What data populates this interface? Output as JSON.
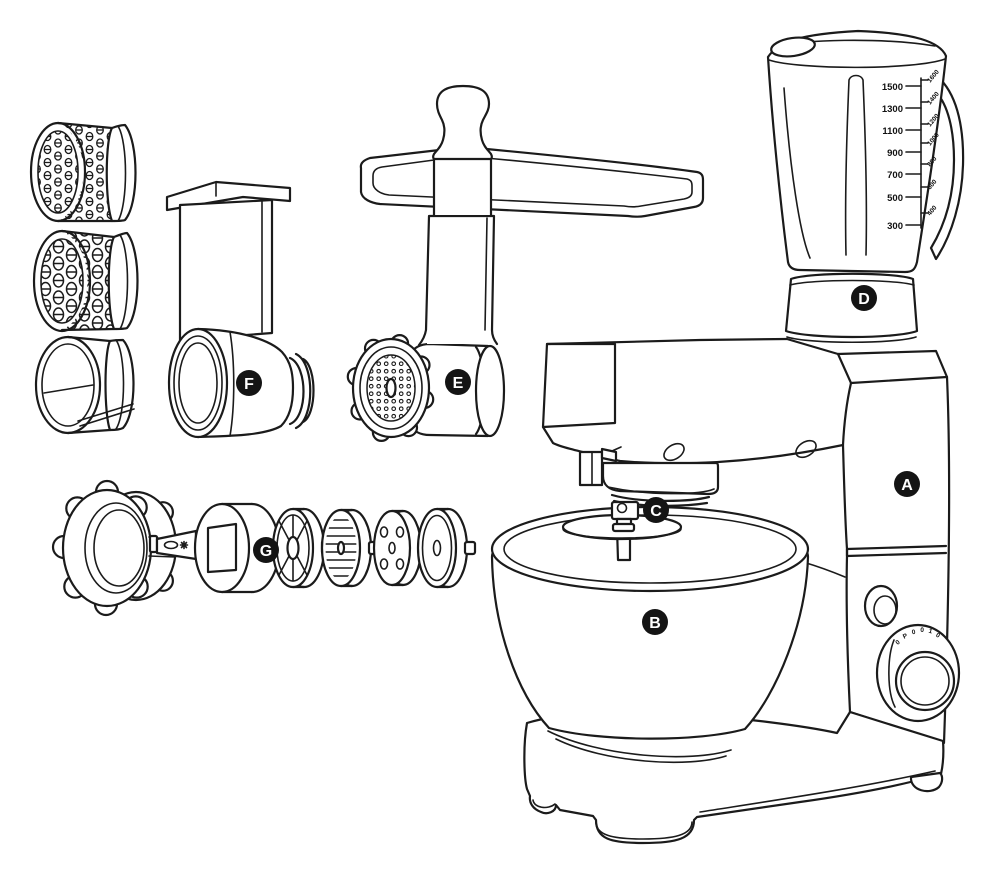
{
  "labels": {
    "a": "A",
    "b": "B",
    "c": "C",
    "d": "D",
    "e": "E",
    "f": "F",
    "g": "G"
  },
  "blender": {
    "scale_left": [
      "1500",
      "1300",
      "1100",
      "900",
      "700",
      "500",
      "300"
    ],
    "scale_right": [
      "1600",
      "1400",
      "1200",
      "1000",
      "800",
      "600",
      "400"
    ]
  },
  "mixer": {
    "knob_marks": [
      "0",
      "P",
      "0",
      "0",
      "1",
      "0"
    ]
  },
  "colors": {
    "line": "#1b1b1b",
    "label_bg": "#141414",
    "label_fg": "#ffffff",
    "background": "#ffffff"
  }
}
